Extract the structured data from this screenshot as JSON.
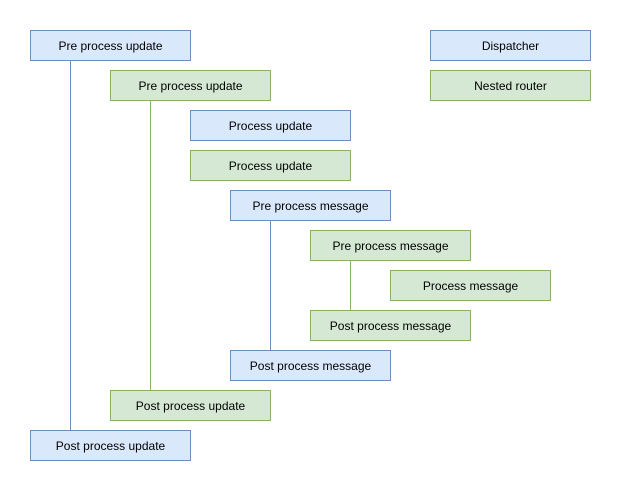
{
  "colors": {
    "background": "#ffffff",
    "text": "#000000",
    "dispatcher_fill": "#dae8fc",
    "dispatcher_stroke": "#6c8ebf",
    "router_fill": "#d5e8d4",
    "router_stroke": "#82b366"
  },
  "diagram": {
    "nodes": [
      {
        "label": "Pre process update",
        "variant": "dispatcher"
      },
      {
        "label": "Dispatcher",
        "variant": "dispatcher"
      },
      {
        "label": "Pre process update",
        "variant": "router"
      },
      {
        "label": "Nested router",
        "variant": "router"
      },
      {
        "label": "Process update",
        "variant": "dispatcher"
      },
      {
        "label": "Process update",
        "variant": "router"
      },
      {
        "label": "Pre process message",
        "variant": "dispatcher"
      },
      {
        "label": "Pre process message",
        "variant": "router"
      },
      {
        "label": "Process message",
        "variant": "router"
      },
      {
        "label": "Post process message",
        "variant": "router"
      },
      {
        "label": "Post process message",
        "variant": "dispatcher"
      },
      {
        "label": "Post process update",
        "variant": "router"
      },
      {
        "label": "Post process update",
        "variant": "dispatcher"
      }
    ],
    "connectors": [
      {
        "from": "Pre process update (dispatcher)",
        "to": "Post process update (dispatcher)",
        "variant": "dispatcher"
      },
      {
        "from": "Pre process update (router)",
        "to": "Post process update (router)",
        "variant": "router"
      },
      {
        "from": "Pre process message (dispatcher)",
        "to": "Post process message (dispatcher)",
        "variant": "dispatcher"
      },
      {
        "from": "Pre process message (router)",
        "to": "Post process message (router)",
        "variant": "router"
      }
    ]
  }
}
